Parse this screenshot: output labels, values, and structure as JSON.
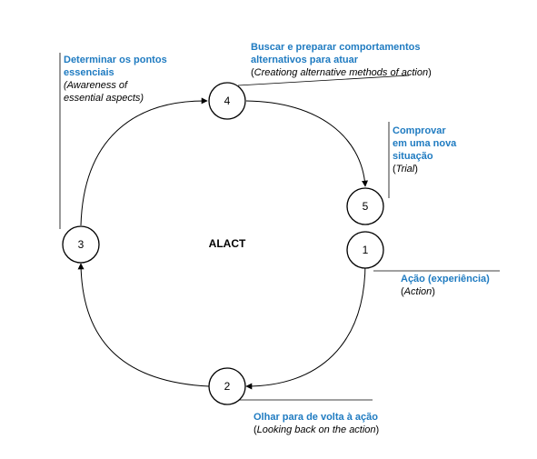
{
  "diagram": {
    "center_label": "ALACT",
    "stages": [
      {
        "number": "1",
        "title": "Ação (experiência)",
        "subtitle_open": "(",
        "subtitle_en": "Action",
        "subtitle_close": ")"
      },
      {
        "number": "2",
        "title": "Olhar para de volta à ação",
        "subtitle_open": "(",
        "subtitle_en": "Looking back on the action",
        "subtitle_close": ")"
      },
      {
        "number": "3",
        "title_line1": "Determinar os pontos",
        "title_line2": "essenciais",
        "subtitle_line1": "(Awareness of",
        "subtitle_line2": "essential aspects)"
      },
      {
        "number": "4",
        "title_line1": "Buscar e preparar comportamentos",
        "title_line2": "alternativos para atuar",
        "subtitle_open": "(",
        "subtitle_en": "Creationg alternative methods of action",
        "subtitle_close": ")"
      },
      {
        "number": "5",
        "title_line1": "Comprovar",
        "title_line2": "em uma nova",
        "title_line3": "situação",
        "subtitle_open": "(",
        "subtitle_en": "Trial",
        "subtitle_close": ")"
      }
    ],
    "colors": {
      "title": "#1f7bc1",
      "text": "#000000",
      "lines": "#000000"
    }
  }
}
